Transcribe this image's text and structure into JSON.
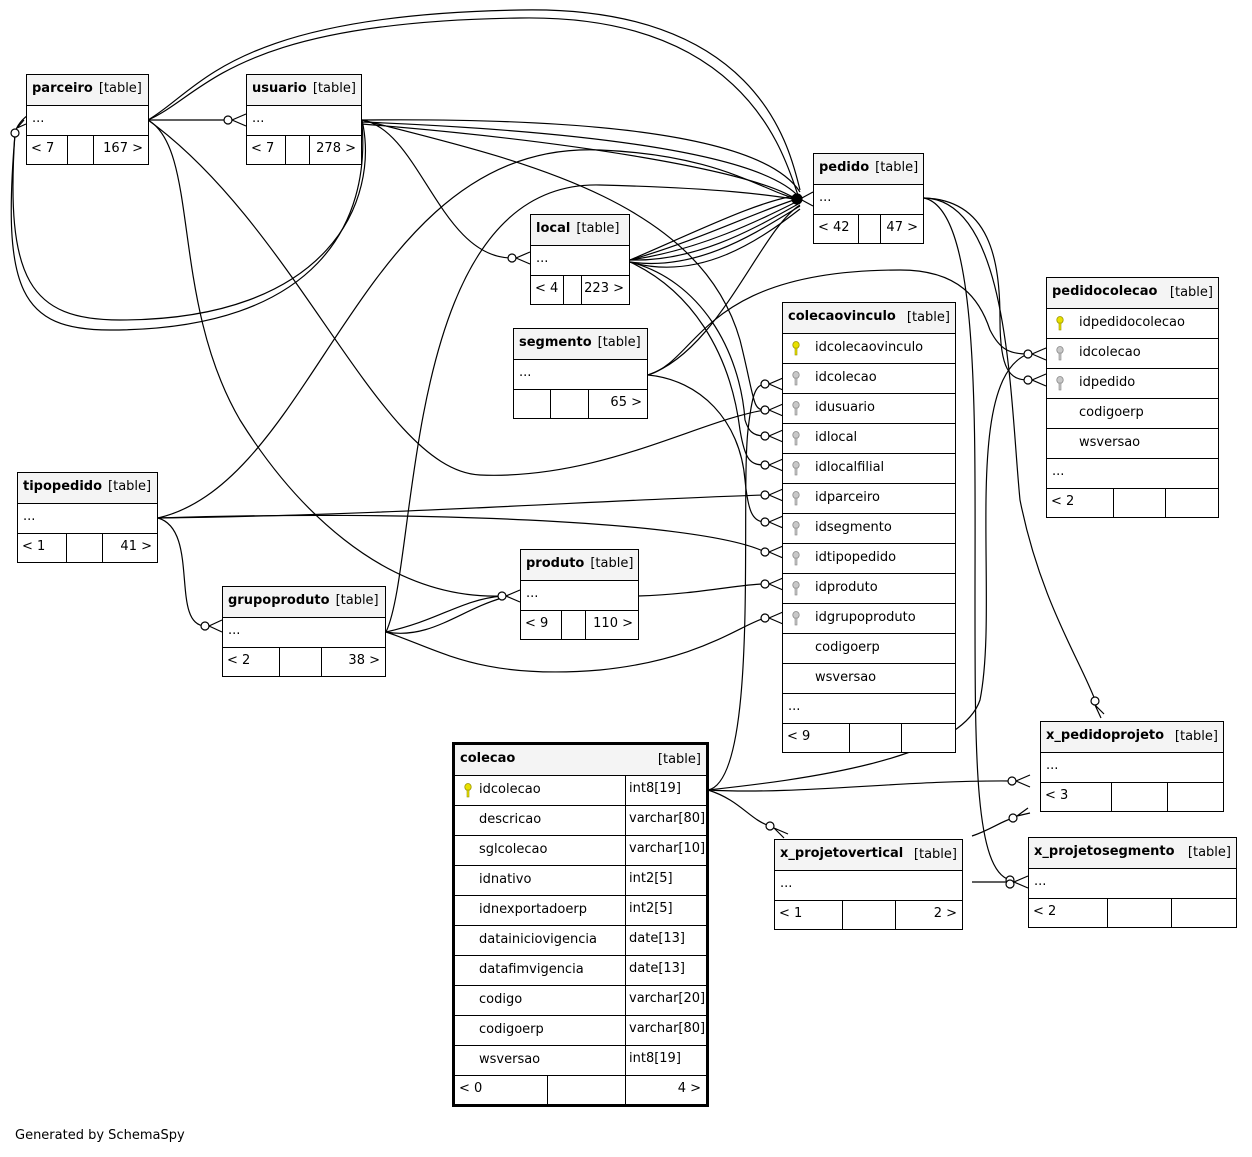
{
  "type_label": "[table]",
  "ellipsis": "...",
  "tables": {
    "parceiro": {
      "name": "parceiro",
      "parents": "< 7",
      "children": "167 >"
    },
    "usuario": {
      "name": "usuario",
      "parents": "< 7",
      "children": "278 >"
    },
    "pedido": {
      "name": "pedido",
      "parents": "< 42",
      "children": "47 >"
    },
    "local": {
      "name": "local",
      "parents": "< 4",
      "children": "223 >"
    },
    "segmento": {
      "name": "segmento",
      "parents": "",
      "children": "65 >"
    },
    "tipopedido": {
      "name": "tipopedido",
      "parents": "< 1",
      "children": "41 >"
    },
    "grupoproduto": {
      "name": "grupoproduto",
      "parents": "< 2",
      "children": "38 >"
    },
    "produto": {
      "name": "produto",
      "parents": "< 9",
      "children": "110 >"
    },
    "colecaovinculo": {
      "name": "colecaovinculo",
      "parents": "< 9",
      "children": "",
      "columns": [
        "idcolecaovinculo",
        "idcolecao",
        "idusuario",
        "idlocal",
        "idlocalfilial",
        "idparceiro",
        "idsegmento",
        "idtipopedido",
        "idproduto",
        "idgrupoproduto",
        "codigoerp",
        "wsversao"
      ]
    },
    "pedidocolecao": {
      "name": "pedidocolecao",
      "parents": "< 2",
      "children": "",
      "columns": [
        "idpedidocolecao",
        "idcolecao",
        "idpedido",
        "codigoerp",
        "wsversao"
      ]
    },
    "x_pedidoprojeto": {
      "name": "x_pedidoprojeto",
      "parents": "< 3",
      "children": ""
    },
    "x_projetovertical": {
      "name": "x_projetovertical",
      "parents": "< 1",
      "children": "2 >"
    },
    "x_projetosegmento": {
      "name": "x_projetosegmento",
      "parents": "< 2",
      "children": ""
    },
    "colecao": {
      "name": "colecao",
      "parents": "< 0",
      "children": "4 >",
      "columns": [
        {
          "name": "idcolecao",
          "type": "int8[19]"
        },
        {
          "name": "descricao",
          "type": "varchar[80]"
        },
        {
          "name": "sglcolecao",
          "type": "varchar[10]"
        },
        {
          "name": "idnativo",
          "type": "int2[5]"
        },
        {
          "name": "idnexportadoerp",
          "type": "int2[5]"
        },
        {
          "name": "datainiciovigencia",
          "type": "date[13]"
        },
        {
          "name": "datafimvigencia",
          "type": "date[13]"
        },
        {
          "name": "codigo",
          "type": "varchar[20]"
        },
        {
          "name": "codigoerp",
          "type": "varchar[80]"
        },
        {
          "name": "wsversao",
          "type": "int8[19]"
        }
      ]
    }
  },
  "colors": {
    "primary_key": "#e8e000",
    "foreign_key": "#a8a8a8"
  },
  "footer": {
    "credit": "Generated by SchemaSpy"
  }
}
